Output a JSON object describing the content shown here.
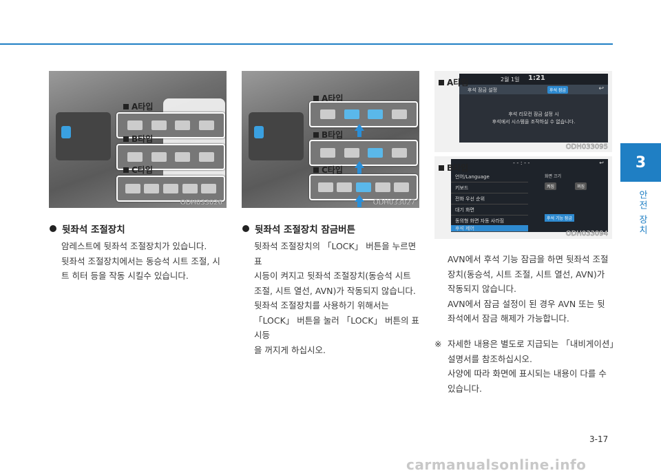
{
  "chapter": {
    "number": "3",
    "label": "안전 장치"
  },
  "figures": {
    "fig1": {
      "code": "ODH033026",
      "labels": [
        "A타입",
        "B타입",
        "C타입"
      ]
    },
    "fig2": {
      "code": "ODH033027",
      "labels": [
        "A타입",
        "B타입",
        "C타입"
      ]
    },
    "fig3": {
      "code": "ODH033095",
      "label": "A타입",
      "screen": {
        "time": "1:21",
        "date": "2월 1일",
        "title": "후석 잠금 설정",
        "button": "후석 잠금",
        "message1": "후석 리모컨 잠금 설정 시",
        "message2": "후석에서 시스템을 조작하실 수 없습니다."
      }
    },
    "fig4": {
      "code": "ODH033094",
      "label": "B타입",
      "screen": {
        "clock": "- - : - -",
        "items": [
          "언어/Language",
          "키보드",
          "전화 우선 순위",
          "대기 화면",
          "동의형 화면 자동 사라짐",
          "후석 제어"
        ],
        "right_title": "화면 끄기",
        "right_btn1": "켜짐",
        "right_btn2": "꺼짐",
        "lock_title": "후석 기능 잠금"
      }
    }
  },
  "section1": {
    "heading": "뒷좌석 조절장치",
    "lines": [
      "암레스트에 뒷좌석 조절장치가 있습니다.",
      "뒷좌석 조절장치에서는 동승석 시트 조절, 시",
      "트 히터 등을 작동 시킬수 있습니다."
    ]
  },
  "section2": {
    "heading": "뒷좌석 조절장치 잠금버튼",
    "lines": [
      "뒷좌석 조절장치의 「LOCK」 버튼을 누르면 표",
      "시등이 켜지고 뒷좌석 조절장치(동승석 시트",
      "조절, 시트 열선, AVN)가 작동되지 않습니다.",
      "뒷좌석 조절장치를 사용하기 위해서는",
      "「LOCK」 버튼을 눌러 「LOCK」 버튼의 표시등",
      "을 꺼지게 하십시오."
    ]
  },
  "section3": {
    "lines": [
      "AVN에서 후석 기능 잠금을 하면 뒷좌석 조절",
      "장치(동승석, 시트 조절, 시트 열선, AVN)가",
      "작동되지 않습니다.",
      "AVN에서 잠금 설정이 된 경우 AVN 또는 뒷",
      "좌석에서 잠금 해제가 가능합니다."
    ]
  },
  "note": {
    "mark": "※",
    "lines": [
      "자세한 내용은 별도로 지급되는 「내비게이션」",
      "설명서를 참조하십시오.",
      "사양에 따라 화면에 표시되는 내용이 다를 수",
      "있습니다."
    ]
  },
  "page_number": "3-17",
  "watermark": "carmanualsonline.info"
}
